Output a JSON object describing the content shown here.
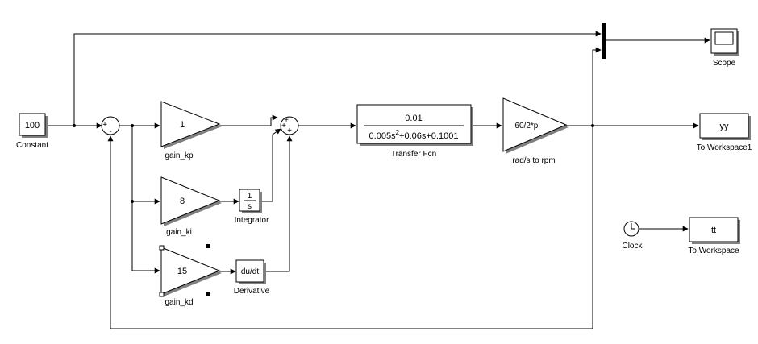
{
  "blocks": {
    "constant": {
      "value": "100",
      "label": "Constant"
    },
    "sum1": {
      "plus": "+",
      "minus": "-"
    },
    "gain_kp": {
      "value": "1",
      "label": "gain_kp"
    },
    "gain_ki": {
      "value": "8",
      "label": "gain_ki"
    },
    "gain_kd": {
      "value": "15",
      "label": "gain_kd"
    },
    "integrator": {
      "num": "1",
      "den": "s",
      "label": "Integrator"
    },
    "derivative": {
      "value": "du/dt",
      "label": "Derivative"
    },
    "sum2": {
      "p1": "+",
      "p2": "+",
      "p3": "+"
    },
    "transfer_fcn": {
      "num": "0.01",
      "den_a": "0.005s",
      "den_exp": "2",
      "den_b": "+0.06s+0.1001",
      "label": "Transfer Fcn"
    },
    "rad_to_rpm": {
      "value": "60/2*pi",
      "label": "rad/s to rpm"
    },
    "scope": {
      "label": "Scope"
    },
    "to_workspace1": {
      "value": "yy",
      "label": "To Workspace1"
    },
    "clock": {
      "label": "Clock"
    },
    "to_workspace": {
      "value": "tt",
      "label": "To Workspace"
    }
  }
}
